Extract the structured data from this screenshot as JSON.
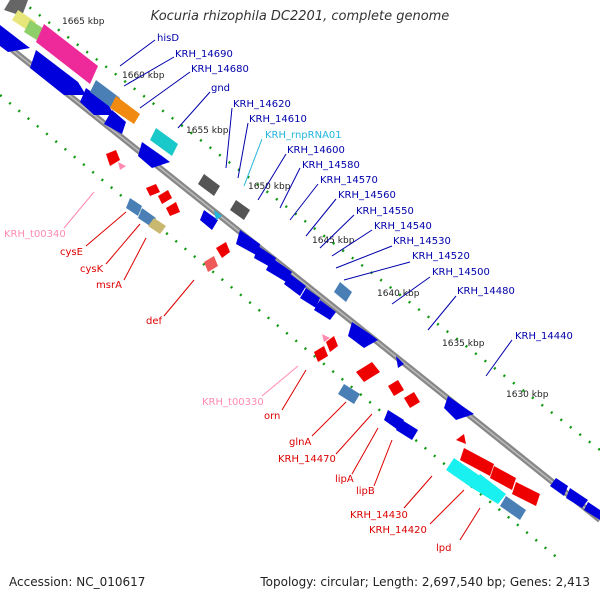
{
  "header": {
    "title": "Kocuria rhizophila DC2201, complete genome"
  },
  "footer": {
    "accession": "Accession: NC_010617",
    "summary": "Topology: circular; Length: 2,697,540 bp; Genes: 2,413"
  },
  "colors": {
    "backbone": "#888888",
    "cds_forward": "#0000dd",
    "cds_named": "#ee0000",
    "trna": "#ff8bb0",
    "ncrna": "#22b5dd",
    "label_blue": "#0000aa",
    "label_red": "#dd0000",
    "label_pink": "#ff8bb0",
    "label_cyan": "#22b5dd",
    "tick": "#119911"
  },
  "scale_ticks": [
    "1665 kbp",
    "1660 kbp",
    "1655 kbp",
    "1650 kbp",
    "1645 kbp",
    "1640 kbp",
    "1635 kbp",
    "1630 kbp"
  ],
  "upper_labels": [
    "hisD",
    "KRH_14690",
    "KRH_14680",
    "gnd",
    "KRH_14620",
    "KRH_14610",
    "KRH_rnpRNA01",
    "KRH_14600",
    "KRH_14580",
    "KRH_14570",
    "KRH_14560",
    "KRH_14550",
    "KRH_14540",
    "KRH_14530",
    "KRH_14520",
    "KRH_14500",
    "KRH_14480",
    "KRH_14440"
  ],
  "lower_labels": [
    "KRH_t00340",
    "cysE",
    "cysK",
    "msrA",
    "def",
    "KRH_t00330",
    "orn",
    "glnA",
    "KRH_14470",
    "lipA",
    "lipB",
    "KRH_14430",
    "KRH_14420",
    "lpd"
  ]
}
